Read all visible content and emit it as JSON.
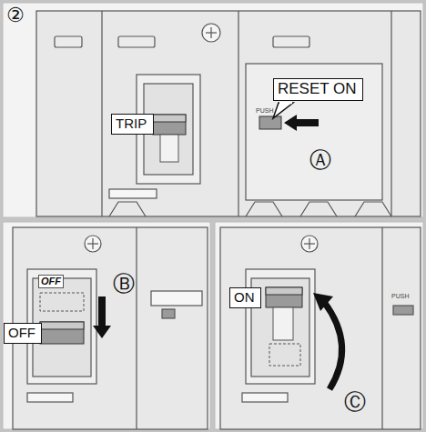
{
  "diagram": {
    "nodes": [
      {
        "text": [
          "TRIP"
        ]
      },
      {
        "text": [
          "RESET ON"
        ]
      },
      {
        "text": [
          "OFF"
        ]
      },
      {
        "text": [
          "ON"
        ]
      }
    ],
    "labels": [
      "②",
      "PUSH",
      "Ⓐ",
      "OFF",
      "Ⓑ",
      "Ⓒ",
      "PUSH"
    ]
  }
}
